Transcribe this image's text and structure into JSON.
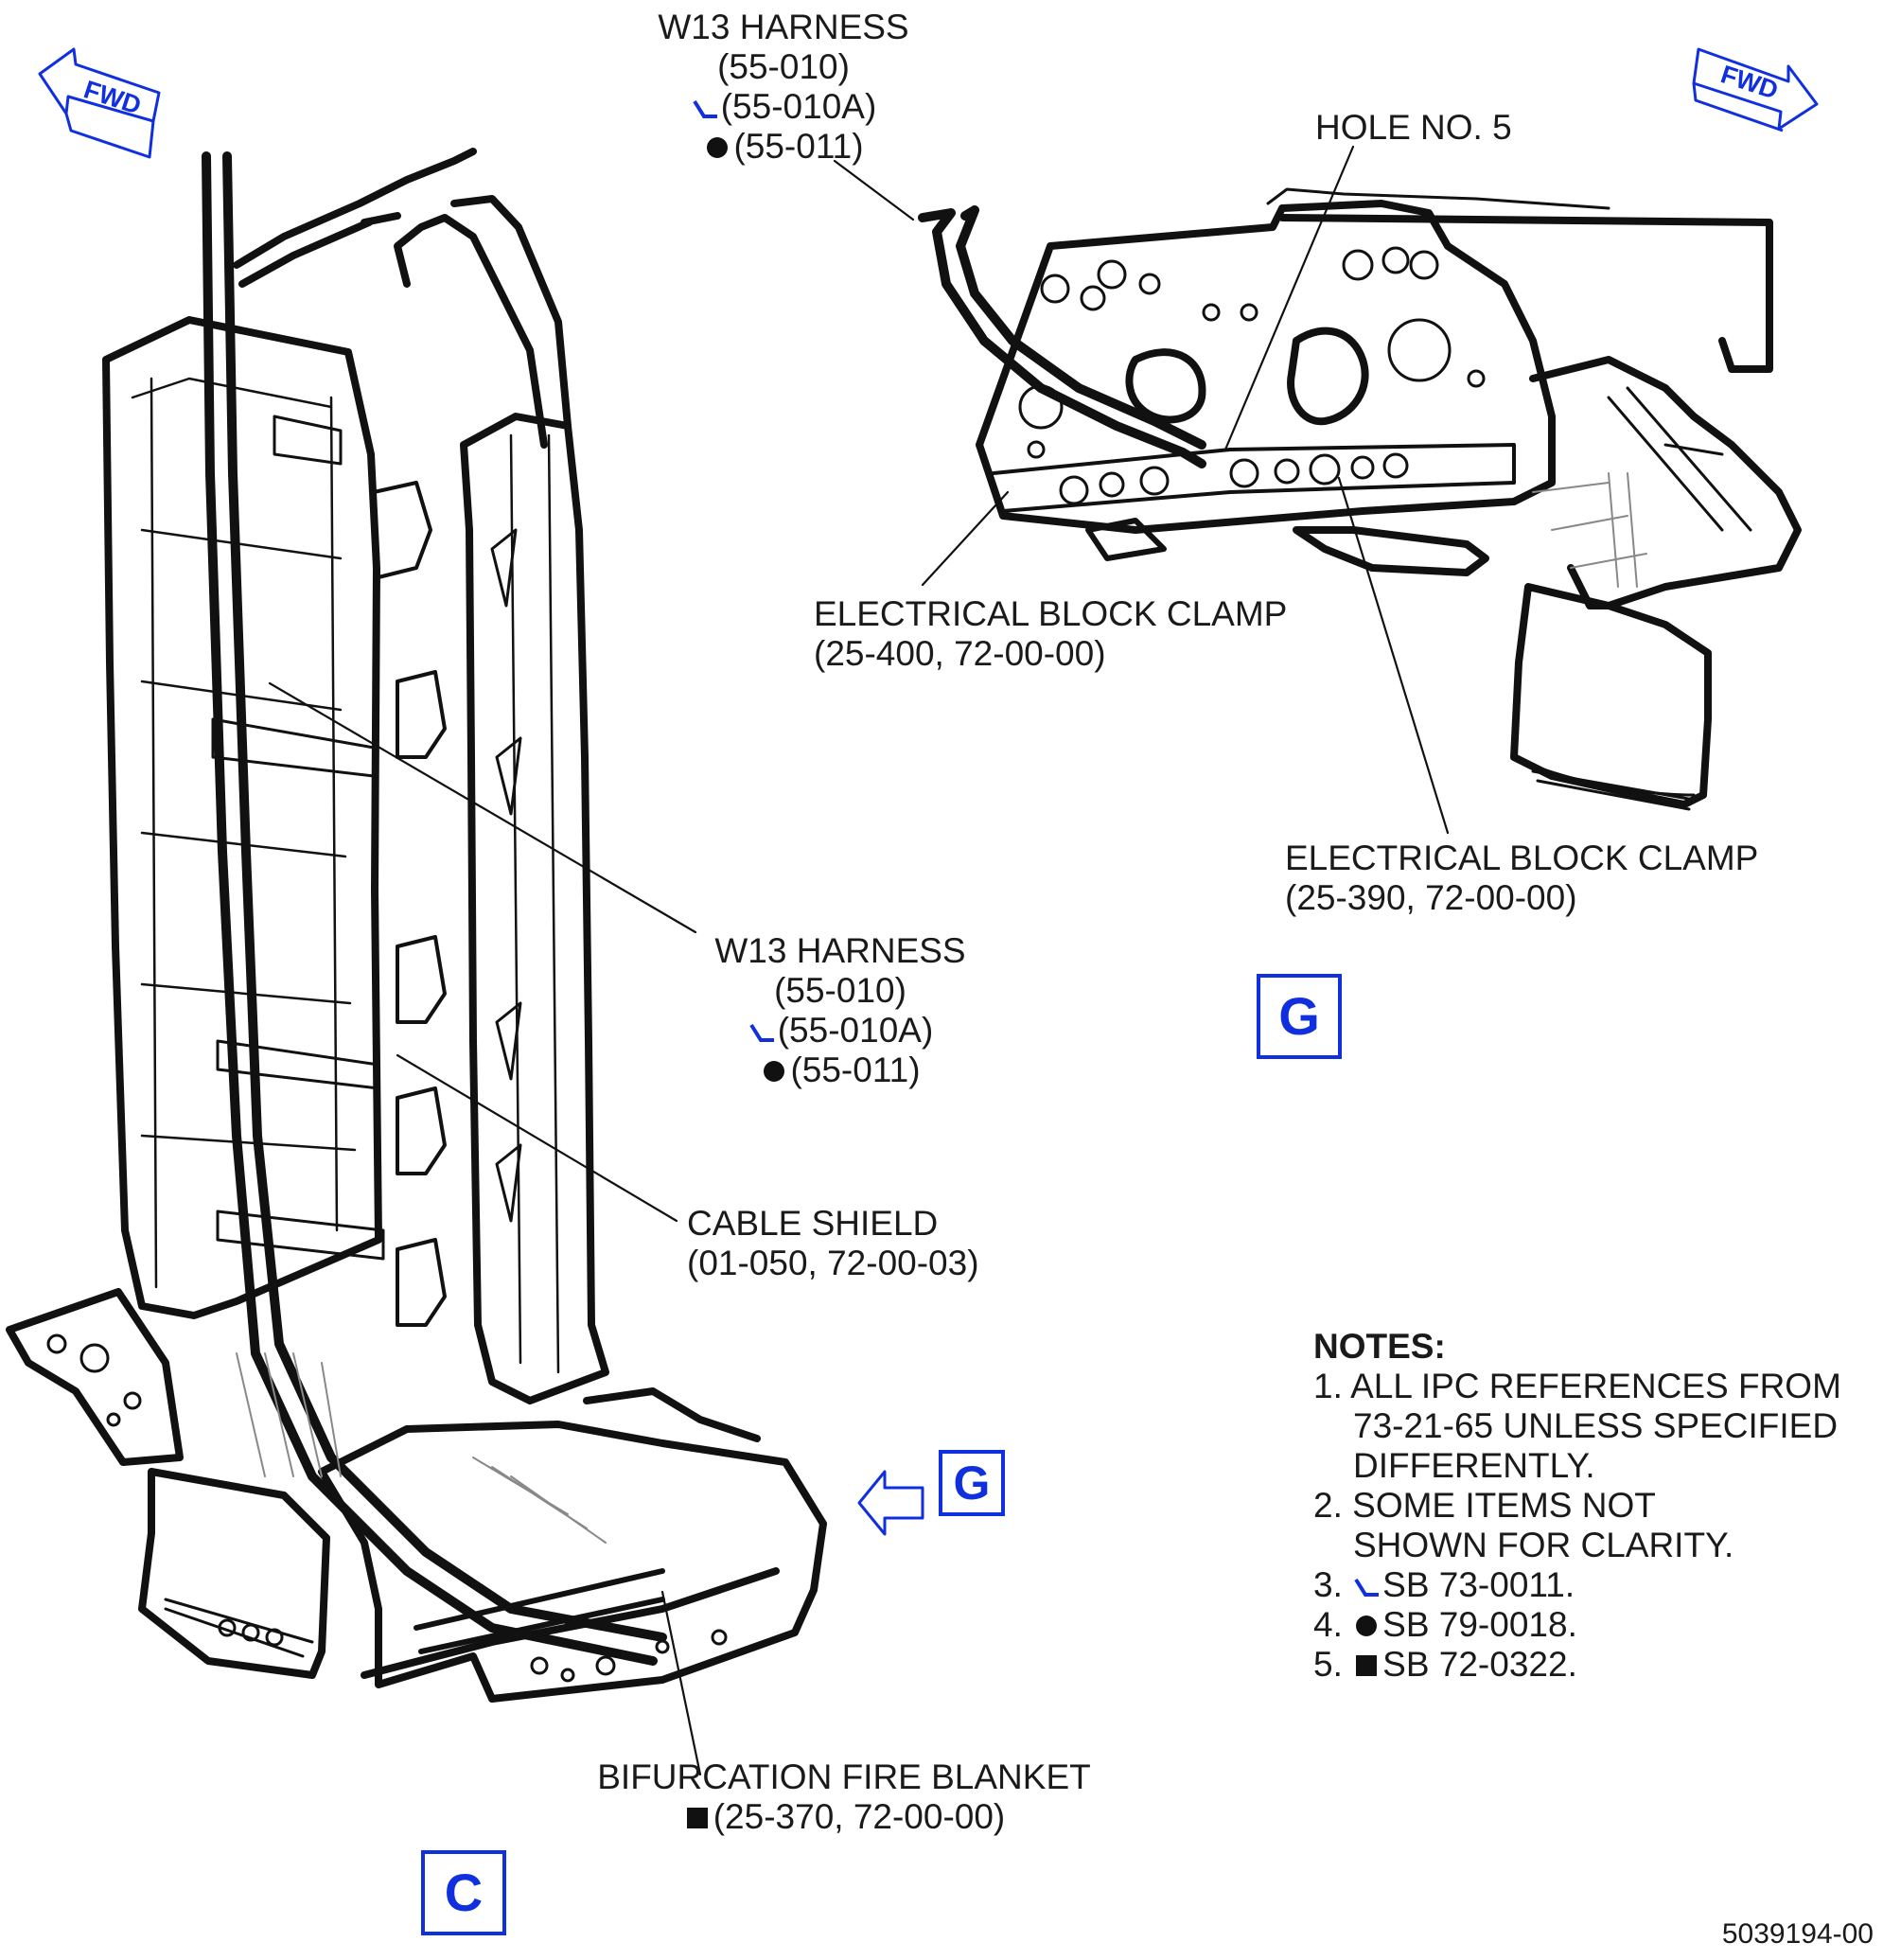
{
  "colors": {
    "accent_blue": "#1030e0",
    "line_black": "#111111"
  },
  "fwd_arrows": [
    {
      "text": "FWD",
      "icon": "fwd-arrow-icon"
    },
    {
      "text": "FWD",
      "icon": "fwd-arrow-icon"
    }
  ],
  "callouts": {
    "w13_top": {
      "line1": "W13 HARNESS",
      "line2": "(55-010)",
      "line3": "(55-010A)",
      "line4": "(55-011)"
    },
    "hole5": "HOLE NO. 5",
    "ebc_400": {
      "line1": "ELECTRICAL BLOCK CLAMP",
      "line2": "(25-400, 72-00-00)"
    },
    "ebc_390": {
      "line1": "ELECTRICAL BLOCK CLAMP",
      "line2": "(25-390, 72-00-00)"
    },
    "w13_mid": {
      "line1": "W13 HARNESS",
      "line2": "(55-010)",
      "line3": "(55-010A)",
      "line4": "(55-011)"
    },
    "cable_shield": {
      "line1": "CABLE SHIELD",
      "line2": "(01-050, 72-00-03)"
    },
    "bifurcation": {
      "line1": "BIFURCATION FIRE BLANKET",
      "line2": "(25-370, 72-00-00)"
    }
  },
  "view_labels": {
    "g_detail": "G",
    "g_arrow": "G",
    "c_view": "C"
  },
  "notes": {
    "heading": "NOTES:",
    "n1_num": "1.",
    "n1_line1": "ALL IPC REFERENCES FROM",
    "n1_line2": "73-21-65 UNLESS SPECIFIED",
    "n1_line3": "DIFFERENTLY.",
    "n2_num": "2.",
    "n2_line1": "SOME ITEMS NOT",
    "n2_line2": "SHOWN FOR CLARITY.",
    "n3_num": "3.",
    "n3_text": "SB 73-0011.",
    "n4_num": "4.",
    "n4_text": "SB 79-0018.",
    "n5_num": "5.",
    "n5_text": "SB 72-0322."
  },
  "indicator_icons": [
    "sb-check-icon",
    "sb-circle-icon",
    "sb-square-icon"
  ],
  "doc_number": "5039194-00"
}
